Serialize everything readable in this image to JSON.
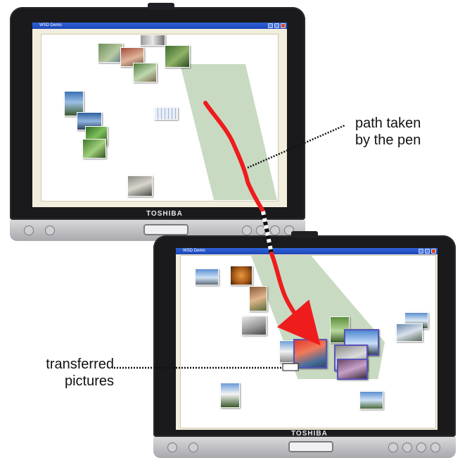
{
  "window_title": "WSD Demo",
  "brand": "TOSHIBA",
  "annotations": {
    "pen_path": [
      "path taken",
      "by the pen"
    ],
    "transferred": [
      "transferred",
      "pictures"
    ]
  },
  "colors": {
    "pen": "#ee1c1c",
    "shadow_region": "#c9dac3",
    "selection": "#5a52b8"
  }
}
